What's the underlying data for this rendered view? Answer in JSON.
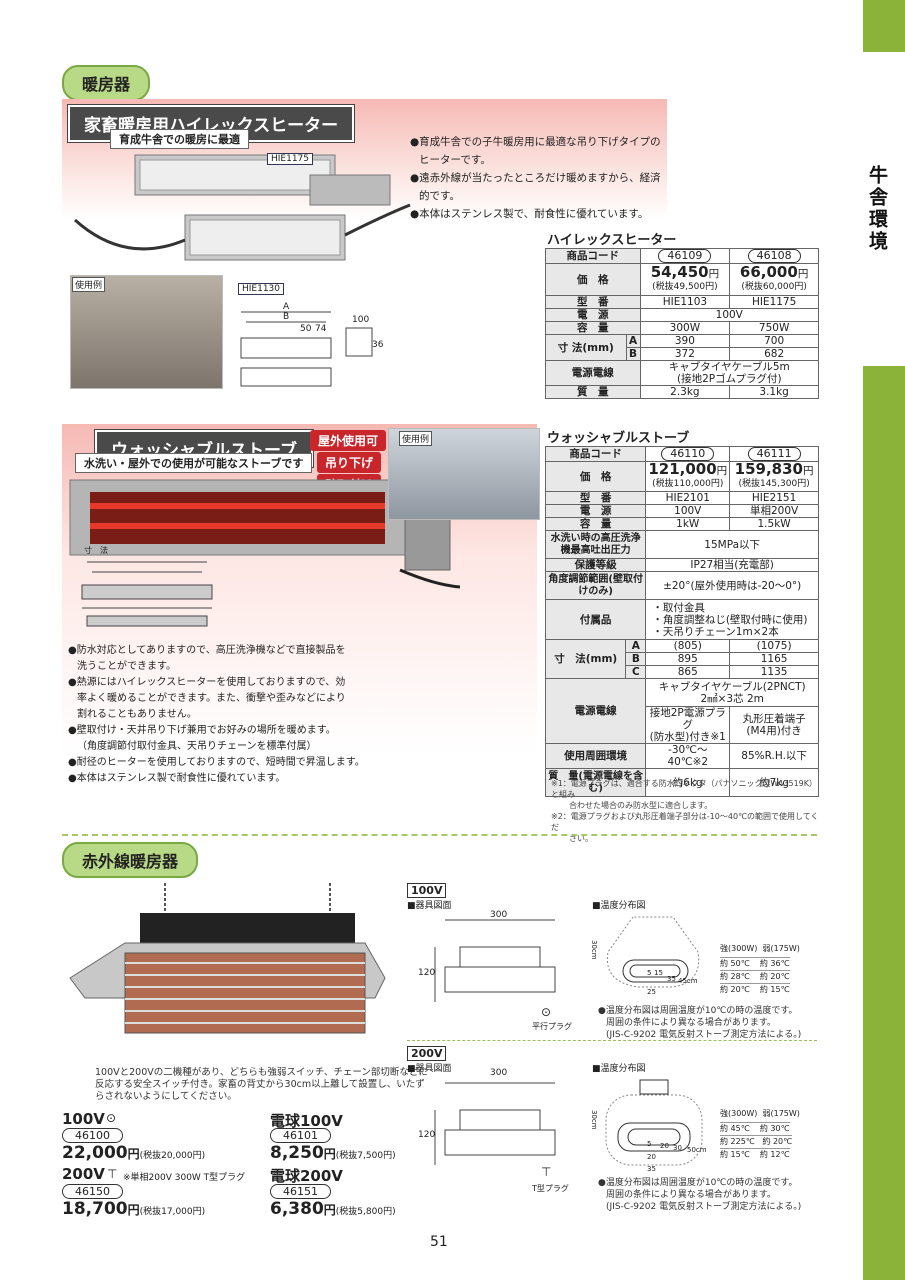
{
  "side": {
    "category": "牛舎環境"
  },
  "sec1": {
    "pill": "暖房器"
  },
  "hilex": {
    "banner_title": "家畜暖房用ハイレックスヒーター",
    "banner_sub": "育成牛舎での暖房に最適",
    "model_tag1": "HIE1175",
    "model_tag2": "HIE1130",
    "photo_label": "使用例",
    "bullets": [
      "●育成牛舎での子牛暖房用に最適な吊り下げタイプの",
      "ヒーターです。",
      "●遠赤外線が当たったところだけ暖めますから、経済",
      "的です。",
      "●本体はステンレス製で、耐食性に優れています。"
    ],
    "dims": [
      "A",
      "B",
      "50",
      "74",
      "100",
      "36"
    ],
    "table_title": "ハイレックスヒーター",
    "rows": {
      "code_label": "商品コード",
      "code1": "46109",
      "code2": "46108",
      "price_label": "価　格",
      "price1": "54,450",
      "price2": "66,000",
      "yen": "円",
      "tax1": "(税抜49,500円)",
      "tax2": "(税抜60,000円)",
      "model_label": "型　番",
      "model1": "HIE1103",
      "model2": "HIE1175",
      "power_label": "電　源",
      "power": "100V",
      "cap_label": "容　量",
      "cap1": "300W",
      "cap2": "750W",
      "size_label": "寸 法(mm)",
      "a": "A",
      "b": "B",
      "a1": "390",
      "a2": "700",
      "b1": "372",
      "b2": "682",
      "cord_label": "電源電線",
      "cord1": "キャブタイヤケーブル5m",
      "cord2": "(接地2Pゴムプラグ付)",
      "weight_label": "質　量",
      "w1": "2.3kg",
      "w2": "3.1kg"
    }
  },
  "wash": {
    "banner_title": "ウォッシャブルストーブ",
    "banner_sub": "水洗い・屋外での使用が可能なストーブです",
    "tags": [
      "屋外使用可",
      "吊り下げ",
      "壁取付け"
    ],
    "photo_label": "使用例",
    "dim_label": "寸　法",
    "bullets": [
      "●防水対応としてありますので、高圧洗浄機などで直接製品を",
      "洗うことができます。",
      "●熱源にはハイレックスヒーターを使用しておりますので、効",
      "率よく暖めることができます。また、衝撃や歪みなどにより",
      "割れることもありません。",
      "●壁取付け・天井吊り下げ兼用でお好みの場所を暖めます。",
      "（角度調節付取付金具、天吊りチェーンを標準付属）",
      "●耐径のヒーターを使用しておりますので、短時間で昇温します。",
      "●本体はステンレス製で耐食性に優れています。"
    ],
    "table_title": "ウォッシャブルストーブ",
    "rows": {
      "code_label": "商品コード",
      "code1": "46110",
      "code2": "46111",
      "price_label": "価　格",
      "price1": "121,000",
      "price2": "159,830",
      "yen": "円",
      "tax1": "(税抜110,000円)",
      "tax2": "(税抜145,300円)",
      "model_label": "型　番",
      "model1": "HIE2101",
      "model2": "HIE2151",
      "power_label": "電　源",
      "power1": "100V",
      "power2": "単相200V",
      "cap_label": "容　量",
      "cap1": "1kW",
      "cap2": "1.5kW",
      "pressure_label": "水洗い時の高圧洗浄機最高吐出圧力",
      "pressure": "15MPa以下",
      "protect_label": "保護等級",
      "protect": "IP27相当(充電部)",
      "angle_label": "角度調節範囲(壁取付けのみ)",
      "angle": "±20°(屋外使用時は-20〜0°)",
      "acc_label": "付属品",
      "acc": [
        "・取付金具",
        "・角度調整ねじ(壁取付時に使用)",
        "・天吊りチェーン1m×2本"
      ],
      "size_label": "寸　法(mm)",
      "a": "A",
      "b": "B",
      "c": "C",
      "a1": "(805)",
      "a2": "(1075)",
      "b1": "895",
      "b2": "1165",
      "c1": "865",
      "c2": "1135",
      "cord_label": "電源電線",
      "cord_top1": "キャブタイヤケーブル(2PNCT)",
      "cord_top2": "2㎟×3芯 2m",
      "cord_left1": "接地2P電源プラグ",
      "cord_left2": "(防水型)付き※1",
      "cord_right1": "丸形圧着端子",
      "cord_right2": "(M4用)付き",
      "env_label": "使用周囲環境",
      "env1": "-30℃〜40℃※2",
      "env2": "85%R.H.以下",
      "weight_label": "質　量(電源電線を含む)",
      "w1": "約6kg",
      "w2": "約7kg"
    },
    "notes": [
      "※1：電源プラグは、適合する防水コネクタ（パナソニック製WA3519K）と組み",
      "合わせた場合のみ防水型に適合します。",
      "※2：電源プラグおよび丸形圧着端子部分は-10〜40℃の範囲で使用してくだ",
      "さい。"
    ]
  },
  "sec2": {
    "pill": "赤外線暖房器"
  },
  "ir": {
    "desc": [
      "100Vと200Vの二機種があり、どちらも強弱スイッチ、チェーン部切断などに",
      "反応する安全スイッチ付き。家畜の背丈から30cm以上離して設置し、いたず",
      "らされないようにしてください。"
    ],
    "v100": {
      "name": "100V",
      "plug_icon": "⊙",
      "code": "46100",
      "price": "22,000",
      "yen": "円",
      "tax": "(税抜20,000円)"
    },
    "v200": {
      "name": "200V",
      "plug_icon": "⊤",
      "note": "※単相200V 300W T型プラグ",
      "code": "46150",
      "price": "18,700",
      "yen": "円",
      "tax": "(税抜17,000円)"
    },
    "b100": {
      "name": "電球100V",
      "code": "46101",
      "price": "8,250",
      "yen": "円",
      "tax": "(税抜7,500円)"
    },
    "b200": {
      "name": "電球200V",
      "code": "46151",
      "price": "6,380",
      "yen": "円",
      "tax": "(税抜5,800円)"
    },
    "d100": {
      "tag": "100V",
      "fig": "■器具図面",
      "temp": "■温度分布図",
      "w": "300",
      "h": "120",
      "plug": "平行プラグ",
      "legend_head": "強(300W)  弱(175W)",
      "legend": [
        "約 50℃    約 36℃",
        "約 28℃    約 20℃",
        "約 20℃    約 15℃"
      ],
      "marks": [
        "30cm",
        "5",
        "15",
        "25",
        "35",
        "45cm"
      ],
      "note": [
        "●温度分布図は周囲温度が10℃の時の温度です。",
        "周囲の条件により異なる場合があります。",
        "(JIS-C-9202 電気反射ストーブ測定方法による。)"
      ]
    },
    "d200": {
      "tag": "200V",
      "fig": "■器具図面",
      "temp": "■温度分布図",
      "w": "300",
      "h": "120",
      "plug": "T型プラグ",
      "legend_head": "強(300W)  弱(175W)",
      "legend": [
        "約 45℃    約 30℃",
        "約 225℃   約 20℃",
        "約 15℃    約 12℃"
      ],
      "marks": [
        "30cm",
        "5",
        "20",
        "30",
        "50cm",
        "20",
        "35"
      ],
      "note": [
        "●温度分布図は周囲温度が10℃の時の温度です。",
        "周囲の条件により異なる場合があります。",
        "(JIS-C-9202 電気反射ストーブ測定方法による。)"
      ]
    }
  },
  "page": {
    "number": "51"
  }
}
